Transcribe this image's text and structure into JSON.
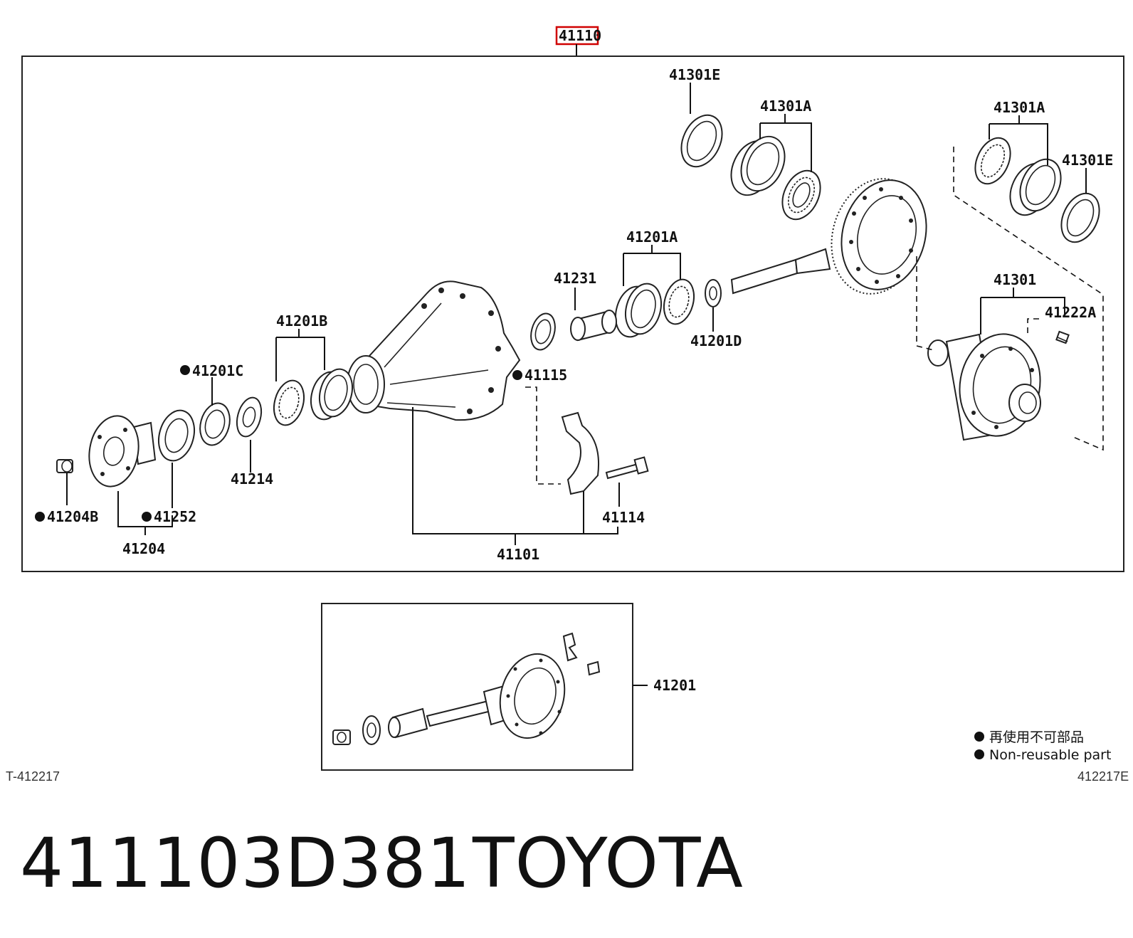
{
  "diagram": {
    "assembly_label": "41110",
    "labels": {
      "p41301E_top": "41301E",
      "p41301A_mid": "41301A",
      "p41301A_right": "41301A",
      "p41301E_right": "41301E",
      "p41201A": "41201A",
      "p41231": "41231",
      "p41201B": "41201B",
      "p41201C": "41201C",
      "p41115": "41115",
      "p41201D": "41201D",
      "p41301": "41301",
      "p41222A": "41222A",
      "p41214": "41214",
      "p41204B": "41204B",
      "p41252": "41252",
      "p41204": "41204",
      "p41114": "41114",
      "p41101": "41101",
      "p41201": "41201"
    },
    "legend": {
      "line1": "再使用不可部品",
      "line2": "Non-reusable part"
    },
    "figure_code_left": "T-412217",
    "figure_code_right": "412217E"
  },
  "caption": {
    "part_number": "411103D381",
    "brand": "TOYOTA"
  }
}
